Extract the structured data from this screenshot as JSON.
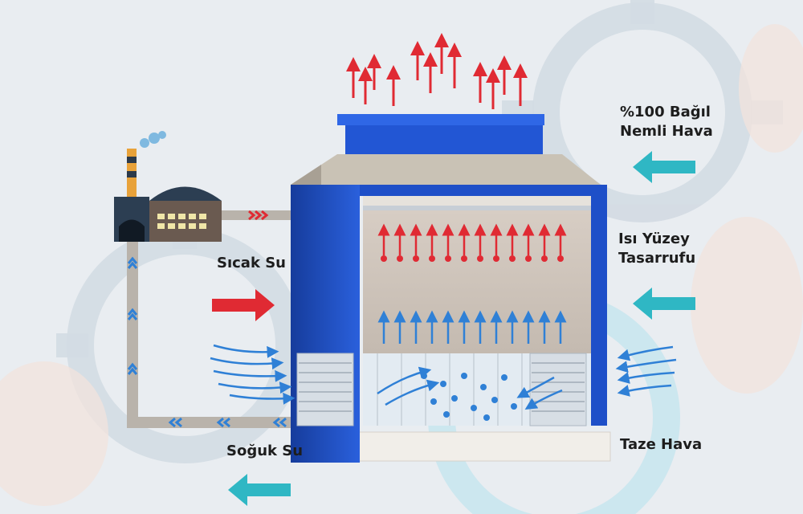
{
  "labels": {
    "humid_air": [
      "%100 Bağıl",
      "Nemli Hava"
    ],
    "surface_saving": [
      "Isı Yüzey",
      "Tasarrufu"
    ],
    "hot_water": "Sıcak Su",
    "cold_water": "Soğuk Su",
    "fresh_air": "Taze Hava"
  },
  "colors": {
    "background": "#e9edf1",
    "gear": "#cdd6df",
    "tower_blue": "#1e4fc8",
    "tower_blue_dark": "#163c9c",
    "roof": "#c9c2b5",
    "fill_media": "#cfc5bd",
    "pipe": "#b9b3ab",
    "hot_arrow": "#e02a33",
    "cold_arrow": "#2f80d6",
    "teal_arrow": "#2fb7c4",
    "factory_body": "#6a5a50",
    "factory_window": "#f0e6a8",
    "text": "#1d1d1d"
  },
  "icons": {
    "factory": "factory-icon",
    "gear": "gear-background-icon",
    "fan": "fan-stack-icon"
  }
}
